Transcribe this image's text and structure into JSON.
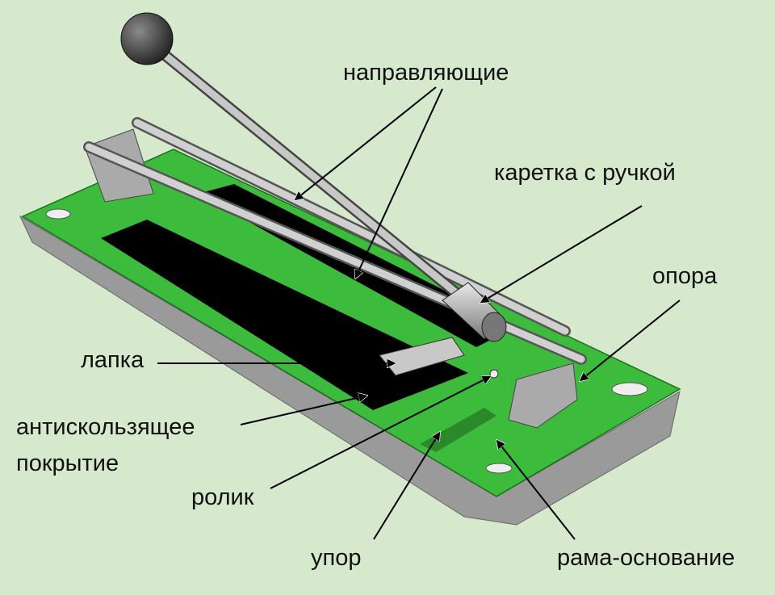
{
  "labels": {
    "guides": "направляющие",
    "carriage": "каретка с ручкой",
    "support": "опора",
    "foot": "лапка",
    "antislip_line1": "антискользящее",
    "antislip_line2": "покрытие",
    "roller": "ролик",
    "stop": "упор",
    "base_frame": "рама-основание"
  },
  "colors": {
    "background": "#d6e9cc",
    "base_green": "#3dbb3d",
    "base_side": "#9a9a9a",
    "mat": "#000000",
    "metal": "#b8b8b8"
  }
}
